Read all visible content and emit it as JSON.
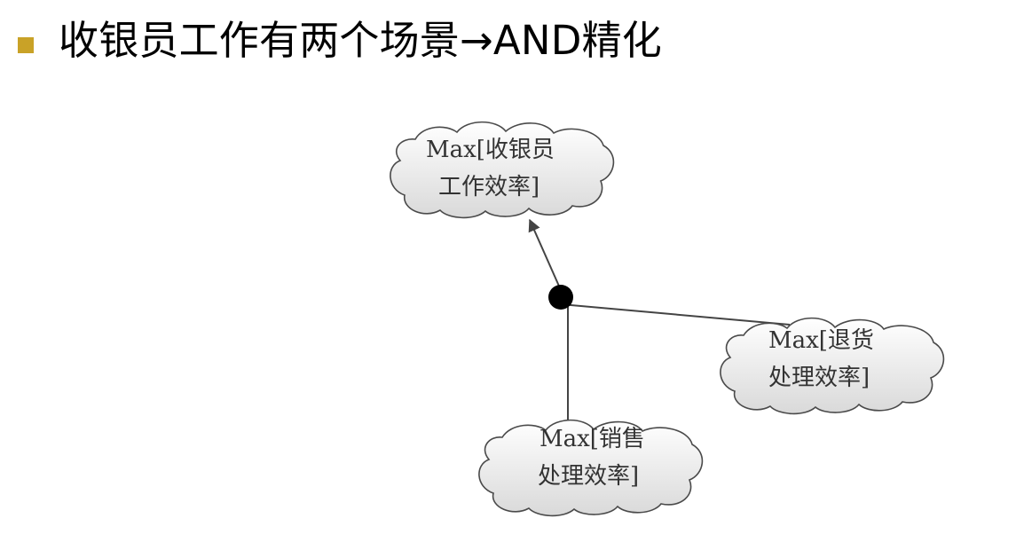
{
  "title": {
    "text": "收银员工作有两个场景→AND精化"
  },
  "colors": {
    "bullet": "#C9A227",
    "cloud_fill_top": "#FFFFFF",
    "cloud_fill_bottom": "#D9D9D9",
    "cloud_stroke": "#4A4A4A",
    "link": "#444444",
    "and_node": "#000000"
  },
  "diagram": {
    "goal": {
      "line1": "Max[收银员",
      "line2": "工作效率]"
    },
    "subgoals": [
      {
        "line1": "Max[退货",
        "line2": "处理效率]"
      },
      {
        "line1": "Max[销售",
        "line2": "处理效率]"
      }
    ]
  }
}
